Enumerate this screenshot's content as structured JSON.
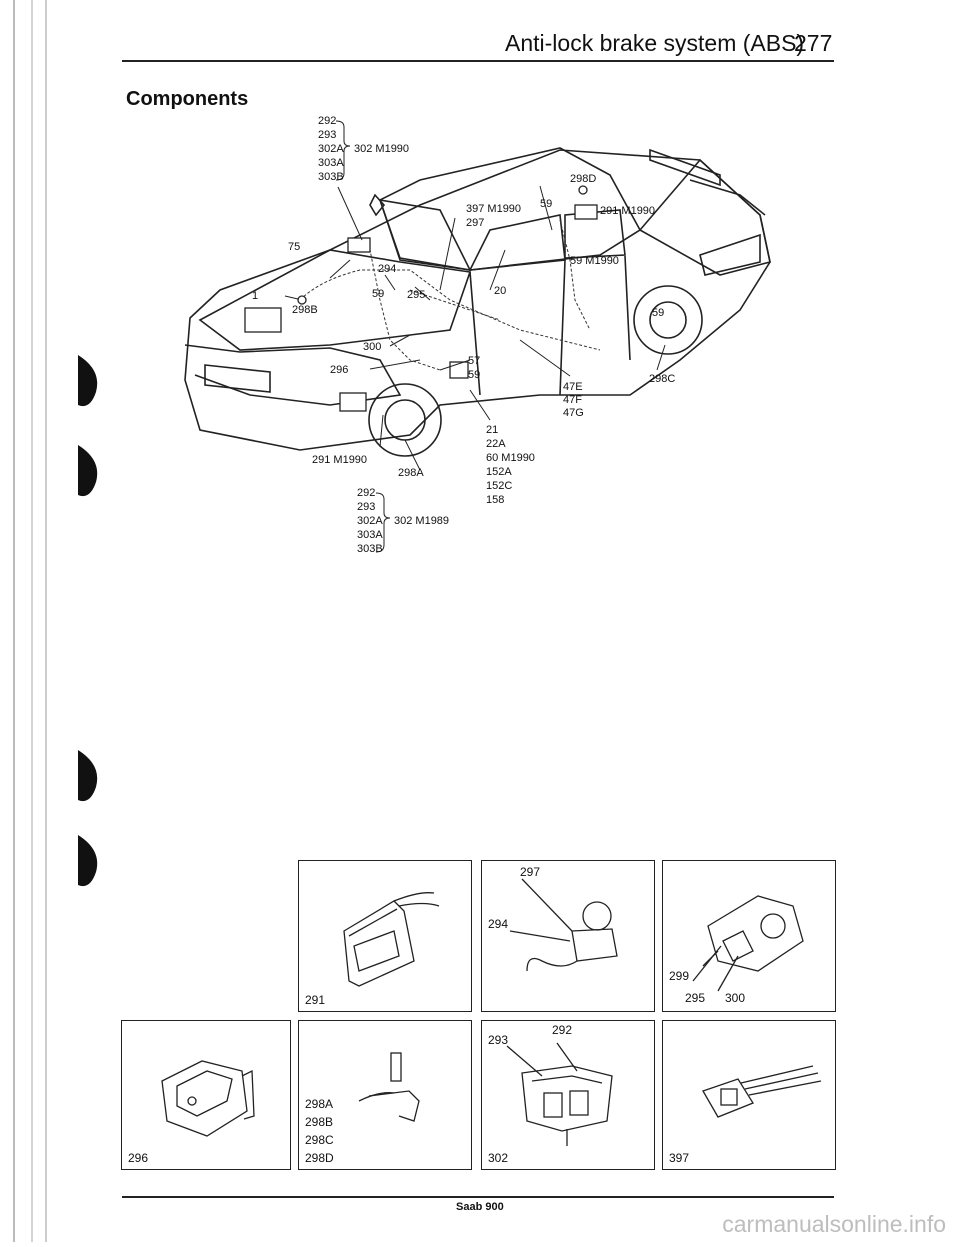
{
  "header": {
    "title": "Anti-lock brake system (ABS)",
    "page_number": "277"
  },
  "section_title": "Components",
  "callouts": {
    "group_top": [
      "292",
      "293",
      "302A",
      "303A",
      "303B"
    ],
    "group_top_note": "302 M1990",
    "group_bottom": [
      "292",
      "293",
      "302A",
      "303A",
      "303B"
    ],
    "group_bottom_note": "302 M1989",
    "n298D": "298D",
    "n397m": "397 M1990",
    "n297": "297",
    "n59a": "59",
    "n291m_right": "291 M1990",
    "n75": "75",
    "n294": "294",
    "n59m": "59 M1990",
    "n1": "1",
    "n59b": "59",
    "n295": "295",
    "n298B": "298B",
    "n20": "20",
    "n59c": "59",
    "n300": "300",
    "n57": "57",
    "n59d": "59",
    "n296": "296",
    "n47E": "47E",
    "n47F": "47F",
    "n47G": "47G",
    "n298C": "298C",
    "n291m_left": "291 M1990",
    "n298A": "298A",
    "n21": "21",
    "n22A": "22A",
    "n60m": "60 M1990",
    "n152A": "152A",
    "n152C": "152C",
    "n158": "158"
  },
  "detail_boxes": {
    "b291": "291",
    "b297": "297",
    "b294": "294",
    "b299": "299",
    "b295": "295",
    "b300": "300",
    "b296": "296",
    "b298": [
      "298A",
      "298B",
      "298C",
      "298D"
    ],
    "b293": "293",
    "b292": "292",
    "b302": "302",
    "b397": "397"
  },
  "footer": "Saab 900",
  "watermark": "carmanualsonline.info"
}
